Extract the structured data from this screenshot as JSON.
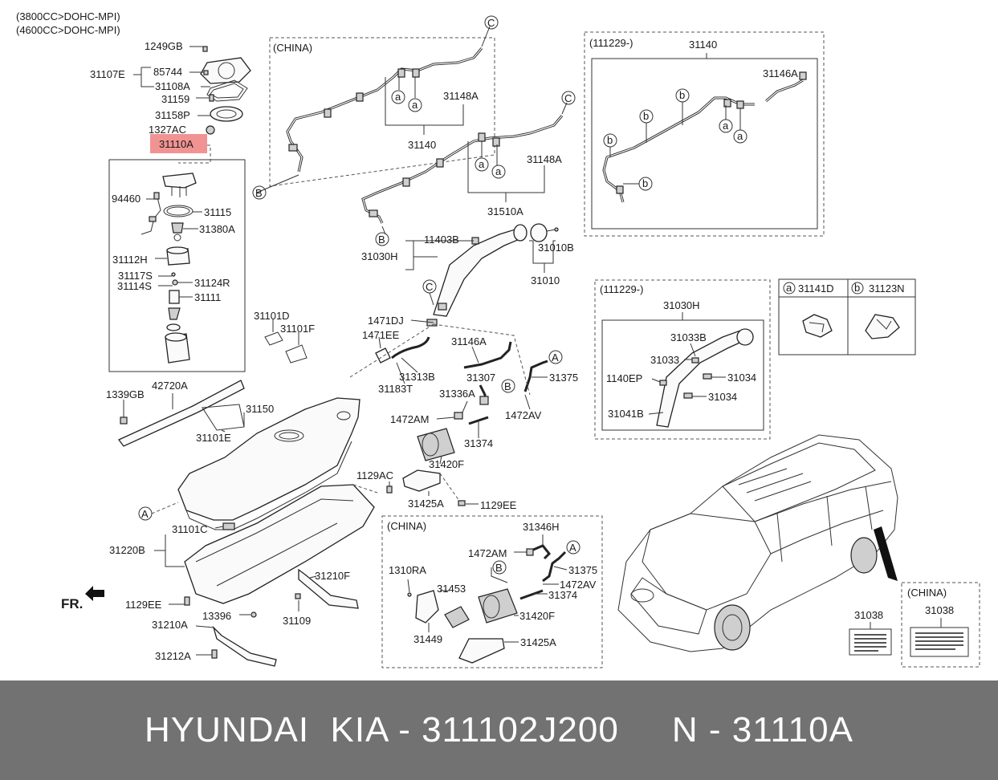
{
  "header": {
    "line1": "(3800CC>DOHC-MPI)",
    "line2": "(4600CC>DOHC-MPI)"
  },
  "highlight": {
    "part": "31110A",
    "color": "#f08080"
  },
  "boxes": {
    "china_top": "(CHINA)",
    "rev_top": "(111229-)",
    "rev_filler": "(111229-)",
    "china_bottom": "(CHINA)",
    "china_label": "(CHINA)"
  },
  "labels": {
    "l1249GB": "1249GB",
    "l85744": "85744",
    "l31107E": "31107E",
    "l31108A": "31108A",
    "l31159": "31159",
    "l31158P": "31158P",
    "l1327AC": "1327AC",
    "l94460": "94460",
    "l31115": "31115",
    "l31380A": "31380A",
    "l31112H": "31112H",
    "l31117S": "31117S",
    "l31114S": "31114S",
    "l31124R": "31124R",
    "l31111": "31111",
    "l31148A_1": "31148A",
    "l31140_1": "31140",
    "l31148A_2": "31148A",
    "l31510A": "31510A",
    "l31140_2": "31140",
    "l31146A_1": "31146A",
    "l11403B": "11403B",
    "l31030H_1": "31030H",
    "l31010B": "31010B",
    "l31010": "31010",
    "l31030H_2": "31030H",
    "l31033B": "31033B",
    "l31033": "31033",
    "l1140EP": "1140EP",
    "l31034_1": "31034",
    "l31034_2": "31034",
    "l31041B": "31041B",
    "l31141D": "31141D",
    "l31123N": "31123N",
    "l31101D": "31101D",
    "l31101F": "31101F",
    "l1471DJ": "1471DJ",
    "l1471EE": "1471EE",
    "l31313B": "31313B",
    "l31183T": "31183T",
    "l31146A_2": "31146A",
    "l31307": "31307",
    "l31375_1": "31375",
    "l31336A": "31336A",
    "l1472AM_1": "1472AM",
    "l1472AV_1": "1472AV",
    "l31374_1": "31374",
    "l31420F_1": "31420F",
    "l1129AC": "1129AC",
    "l31425A_1": "31425A",
    "l1129EE_1": "1129EE",
    "l1339GB": "1339GB",
    "l42720A": "42720A",
    "l31150": "31150",
    "l31101E": "31101E",
    "l31101C": "31101C",
    "l31220B": "31220B",
    "l31210F": "31210F",
    "l1129EE_2": "1129EE",
    "l13396": "13396",
    "l31109": "31109",
    "l31210A": "31210A",
    "l31212A": "31212A",
    "fr": "FR.",
    "l31346H": "31346H",
    "l1472AM_2": "1472AM",
    "l31375_2": "31375",
    "l1310RA": "1310RA",
    "l1472AV_2": "1472AV",
    "l31453": "31453",
    "l31374_2": "31374",
    "l31420F_2": "31420F",
    "l31449": "31449",
    "l31425A_2": "31425A",
    "l31038_1": "31038",
    "l31038_2": "31038"
  },
  "callouts": {
    "a": "a",
    "b": "b",
    "A": "A",
    "B": "B",
    "C": "C"
  },
  "footer": {
    "text": "HYUNDAI  KIA - 311102J200     N - 31110A"
  }
}
